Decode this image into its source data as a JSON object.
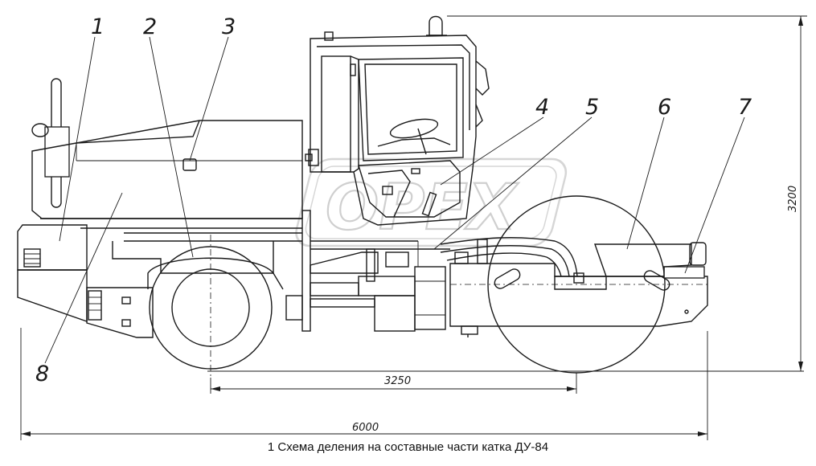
{
  "caption": "1 Схема деления на составные части катка ДУ-84",
  "watermark": "ОРЕХ",
  "callouts": [
    "1",
    "2",
    "3",
    "4",
    "5",
    "6",
    "7",
    "8"
  ],
  "dimensions": {
    "wheelbase": "3250",
    "overall_length": "6000",
    "overall_height": "3200"
  }
}
